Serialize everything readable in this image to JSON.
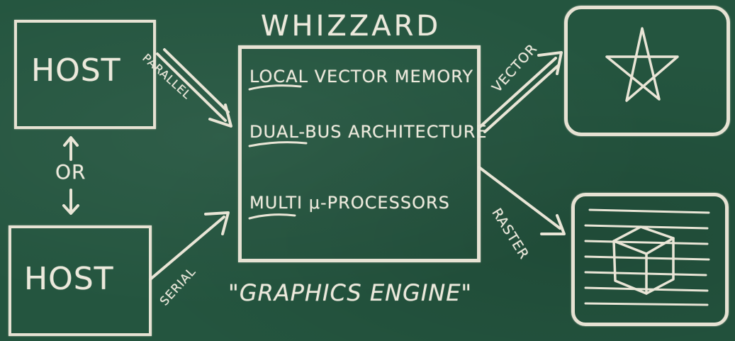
{
  "diagram": {
    "title": "WHIZZARD",
    "subtitle": "\"GRAPHICS ENGINE\"",
    "hosts": [
      {
        "label": "HOST"
      },
      {
        "label": "HOST"
      }
    ],
    "or_label": "OR",
    "connections": {
      "parallel": "PARALLEL",
      "serial": "SERIAL",
      "vector": "VECTOR",
      "raster": "RASTER"
    },
    "features": [
      {
        "emphasis": "LOCAL",
        "rest": " VECTOR MEMORY"
      },
      {
        "emphasis": "DUAL-BUS",
        "rest": " ARCHITECTURE"
      },
      {
        "emphasis": "MULTI",
        "rest": " μ-PROCESSORS"
      }
    ],
    "displays": [
      {
        "icon": "star-icon"
      },
      {
        "icon": "cube-raster-icon"
      }
    ],
    "colors": {
      "board": "#24553f",
      "chalk": "#ece9dc"
    }
  }
}
